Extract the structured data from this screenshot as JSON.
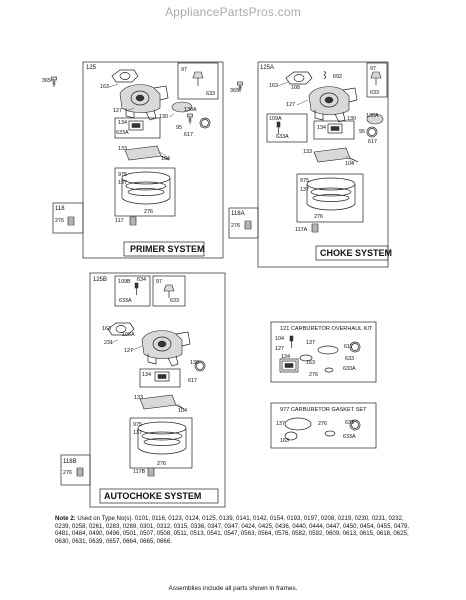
{
  "header": {
    "site": "AppliancePartsPros.com"
  },
  "primer": {
    "frame_tag": "125",
    "title": "PRIMER SYSTEM",
    "labels": {
      "p365": "365",
      "p163": "163",
      "p97": "97",
      "p633": "633",
      "p127": "127",
      "p130": "130",
      "p130a": "130A",
      "p95": "95",
      "p617": "617",
      "p134": "134",
      "p633a": "633A",
      "p133": "133",
      "p104": "104",
      "p975": "975",
      "p137": "137",
      "p276": "276",
      "p117": "117"
    }
  },
  "primer_side": {
    "tag": "118",
    "label": "276"
  },
  "choke": {
    "frame_tag": "125A",
    "title": "CHOKE SYSTEM",
    "labels": {
      "p365": "365",
      "p163": "163",
      "p692": "692",
      "p108": "108",
      "p97": "97",
      "p633": "633",
      "p127": "127",
      "p130": "130",
      "p130a": "130A",
      "p109a": "109A",
      "p134": "134",
      "p633a": "633A",
      "p95": "95",
      "p617": "617",
      "p133": "133",
      "p104": "104",
      "p975": "975",
      "p137": "137",
      "p276": "276",
      "p117a": "117A"
    }
  },
  "choke_side": {
    "tag": "118A",
    "label": "276"
  },
  "autochoke": {
    "frame_tag": "125B",
    "title": "AUTOCHOKE SYSTEM",
    "labels": {
      "p109b": "109B",
      "p634": "634",
      "p97": "97",
      "p633a": "633A",
      "p633": "633",
      "p163": "163",
      "p106a": "106A",
      "p231": "231",
      "p127": "127",
      "p130": "130",
      "p134": "134",
      "p617": "617",
      "p133": "133",
      "p104": "104",
      "p975": "975",
      "p137": "137",
      "p276": "276",
      "p117b": "117B"
    }
  },
  "autochoke_side": {
    "tag": "118B",
    "label": "276"
  },
  "overhaul_kit": {
    "title": "121 CARBURETOR OVERHAUL KIT",
    "labels": {
      "p104": "104",
      "p127": "127",
      "p137": "137",
      "p617": "617",
      "p134": "134",
      "p163": "163",
      "p633": "633",
      "p276": "276",
      "p633a": "633A"
    }
  },
  "gasket_set": {
    "title": "977 CARBURETOR GASKET SET",
    "labels": {
      "p137": "137",
      "p276": "276",
      "p633": "633",
      "p163": "163",
      "p633a": "633A"
    }
  },
  "note": {
    "prefix": "Note 2:",
    "text": "Used on Type No(s). 0101, 0116, 0123, 0124, 0125, 0139, 0141, 0142, 0154, 0193, 0197, 0208, 0219, 0230, 0231, 0232, 0239, 0258, 0261, 0283, 0289, 0301, 0312, 0315, 0336, 0347, 0347, 0424, 0425, 0436, 0440, 0444, 0447, 0450, 0454, 0455, 0479, 0481, 0484, 0490, 0496, 0501, 0507, 0508, 0511, 0513, 0541, 0547, 0563, 0564, 0576, 0582, 0592, 0609, 0613, 0615, 0618, 0625, 0630, 0631, 0639, 0657, 0664, 0665, 0666."
  },
  "assemblies_note": "Assemblies include all parts shown in frames."
}
